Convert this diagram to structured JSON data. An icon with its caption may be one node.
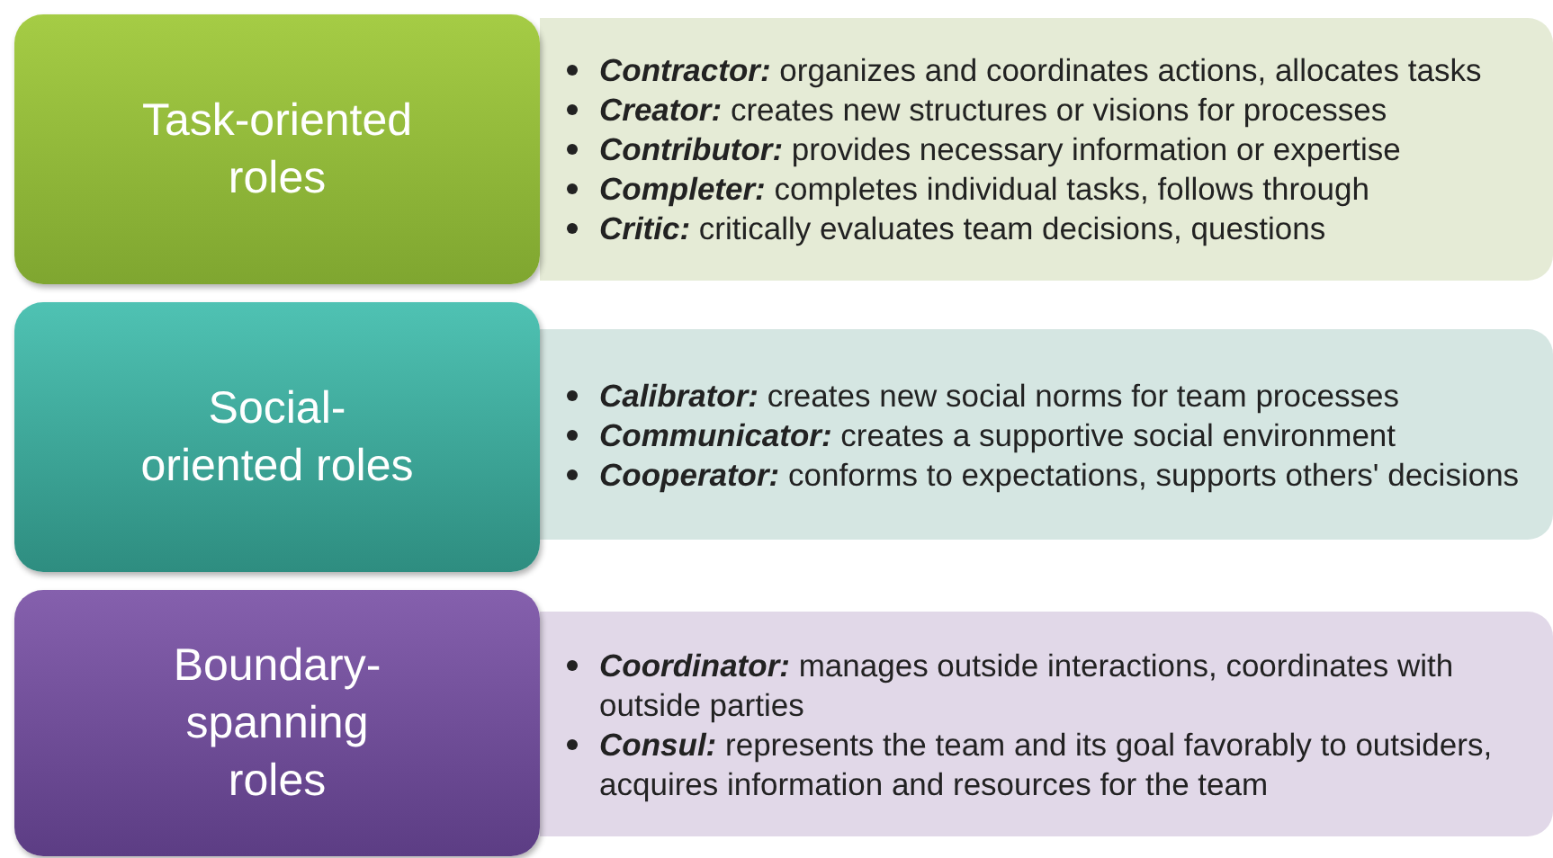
{
  "diagram": {
    "nodes": [
      {
        "text": [
          "Task-oriented roles"
        ]
      },
      {
        "text": [
          "**Contractor:** organizes and coordinates actions, allocates tasks",
          "**Creator:** creates new structures or visions for processes",
          "**Contributor:** provides necessary information or expertise",
          "**Completer:** completes individual tasks, follows through",
          "**Critic:** critically evaluates team decisions, questions"
        ]
      },
      {
        "text": [
          "Social-oriented roles"
        ]
      },
      {
        "text": [
          "**Calibrator:** creates new social norms for team processes",
          "**Communicator:** creates a supportive social environment",
          "**Cooperator:** conforms to expectations, supports others' decisions"
        ]
      },
      {
        "text": [
          "Boundary-spanning roles"
        ]
      },
      {
        "text": [
          "**Coordinator:** manages outside interactions, coordinates with outside parties",
          "**Consul:** represents the team and its goal favorably  to outsiders, acquires information and resources for the team"
        ]
      }
    ],
    "edges": []
  }
}
